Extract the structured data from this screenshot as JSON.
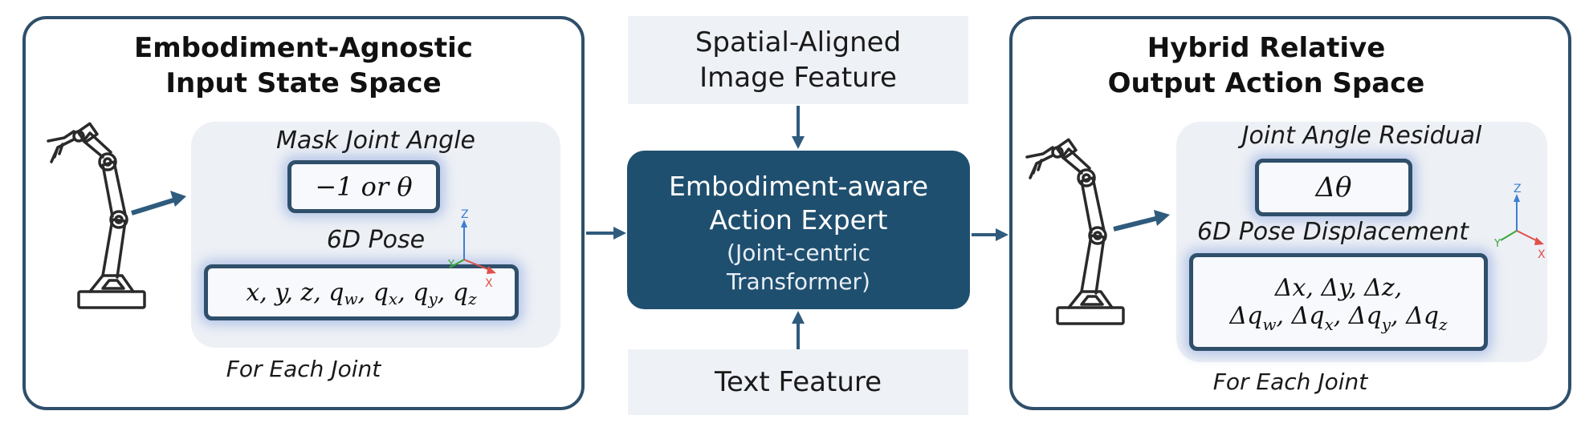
{
  "left_panel": {
    "title_line1": "Embodiment-Agnostic",
    "title_line2": "Input State Space",
    "mask_label": "Mask Joint Angle",
    "mask_value": "−1 or θ",
    "pose_label": "6D Pose",
    "pose_value": "x, y, z, q",
    "footer": "For Each Joint"
  },
  "center": {
    "image_feature_line1": "Spatial-Aligned",
    "image_feature_line2": "Image Feature",
    "expert_line1": "Embodiment-aware",
    "expert_line2": "Action Expert",
    "expert_line3": "(Joint-centric",
    "expert_line4": "Transformer)",
    "text_feature": "Text Feature"
  },
  "right_panel": {
    "title_line1": "Hybrid Relative",
    "title_line2": "Output Action Space",
    "residual_label": "Joint Angle Residual",
    "residual_value": "Δθ",
    "displacement_label": "6D Pose Displacement",
    "displacement_line1": "Δx, Δy, Δz,",
    "displacement_line2": "Δq",
    "footer": "For Each Joint"
  },
  "axes": {
    "z": "Z",
    "y": "Y",
    "x": "X"
  },
  "icons": [
    "robot-arm-icon",
    "coordinate-axes-icon"
  ],
  "colors": {
    "border": "#2f4f6a",
    "expert_fill": "#1f4f6f",
    "panel_fill": "#edf0f5",
    "z_axis": "#3d7fd1",
    "y_axis": "#3aa63a",
    "x_axis": "#e0504a"
  }
}
